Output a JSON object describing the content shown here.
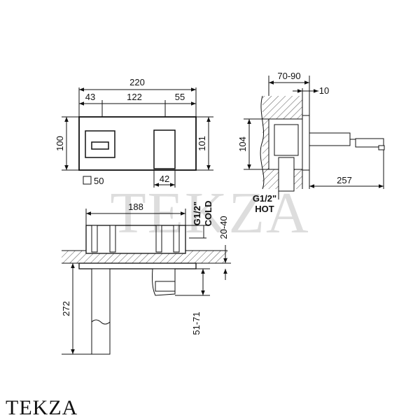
{
  "watermark": "TEKZA",
  "logo_text": "TEKZA",
  "front_view": {
    "width_total": "220",
    "left_offset": "43",
    "center_span": "122",
    "right_offset": "55",
    "height_left": "100",
    "height_right": "101",
    "square_size": "50",
    "slot_width": "42"
  },
  "side_view": {
    "wall_depth_range": "70-90",
    "plate_thickness": "10",
    "height": "104",
    "spout_reach": "257",
    "hot_thread": "G1/2\"",
    "hot_label": "HOT"
  },
  "top_view": {
    "width": "188",
    "cold_thread": "G1/2\"",
    "cold_label": "COLD",
    "depth_range": "20-40",
    "total_height": "272",
    "spout_depth_range": "51-71"
  }
}
